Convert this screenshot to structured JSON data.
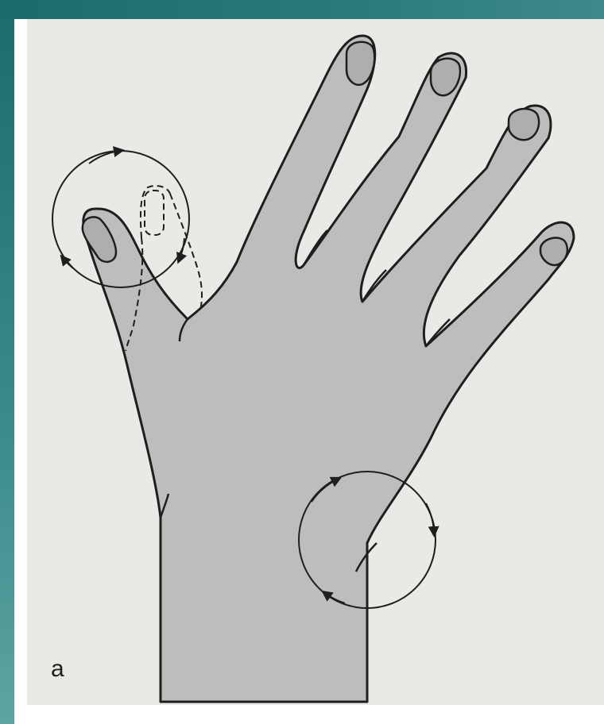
{
  "figure": {
    "panel_label": "a",
    "colors": {
      "frame": "#1a6b6b",
      "paper": "#e9e9e6",
      "skin": "#bdbdbd",
      "nail": "#aeaeae",
      "ink": "#1e1e1e"
    },
    "icons": [
      "hand-illustration",
      "rotation-arrow-circle"
    ]
  }
}
